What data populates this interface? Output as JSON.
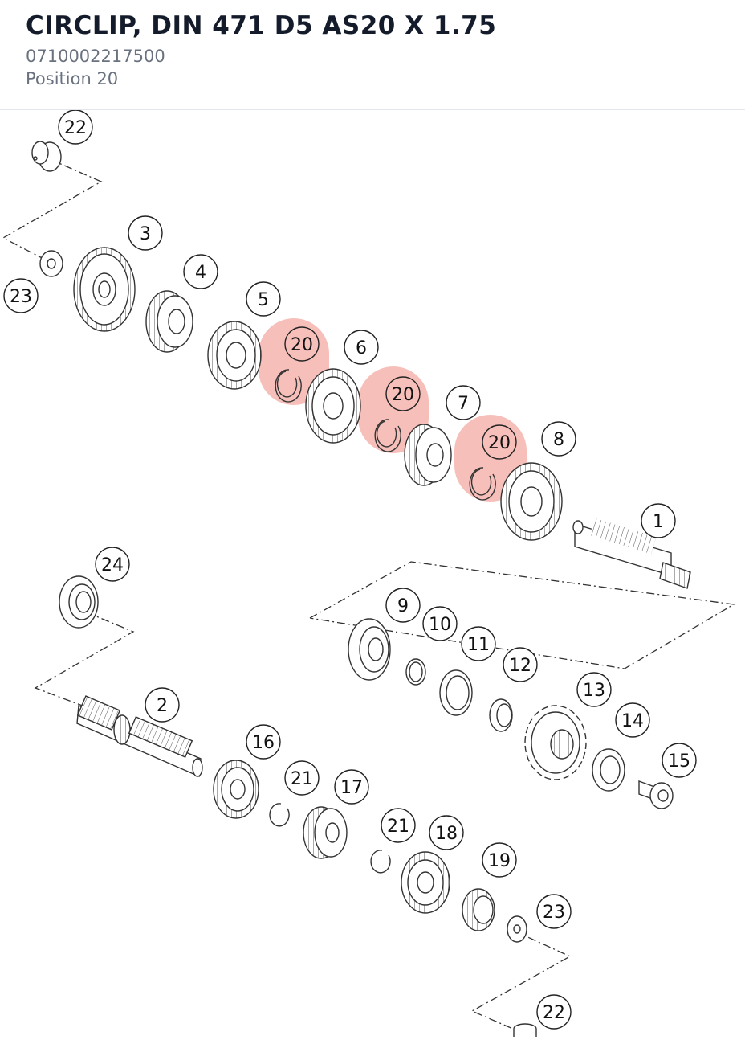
{
  "header": {
    "title": "CIRCLIP, DIN 471 D5 AS20 X 1.75",
    "part_number": "0710002217500",
    "position": "Position 20"
  },
  "diagram": {
    "highlight_color": "#f3a9a3",
    "line_color": "#333333",
    "callouts": [
      {
        "id": "c22a",
        "label": "22"
      },
      {
        "id": "c23a",
        "label": "23"
      },
      {
        "id": "c3",
        "label": "3"
      },
      {
        "id": "c4",
        "label": "4"
      },
      {
        "id": "c5",
        "label": "5"
      },
      {
        "id": "c20a",
        "label": "20",
        "highlighted": true
      },
      {
        "id": "c6",
        "label": "6"
      },
      {
        "id": "c20b",
        "label": "20",
        "highlighted": true
      },
      {
        "id": "c7",
        "label": "7"
      },
      {
        "id": "c20c",
        "label": "20",
        "highlighted": true
      },
      {
        "id": "c8",
        "label": "8"
      },
      {
        "id": "c1",
        "label": "1"
      },
      {
        "id": "c24",
        "label": "24"
      },
      {
        "id": "c2",
        "label": "2"
      },
      {
        "id": "c9",
        "label": "9"
      },
      {
        "id": "c10",
        "label": "10"
      },
      {
        "id": "c11",
        "label": "11"
      },
      {
        "id": "c12",
        "label": "12"
      },
      {
        "id": "c13",
        "label": "13"
      },
      {
        "id": "c14",
        "label": "14"
      },
      {
        "id": "c15",
        "label": "15"
      },
      {
        "id": "c16",
        "label": "16"
      },
      {
        "id": "c21a",
        "label": "21"
      },
      {
        "id": "c17",
        "label": "17"
      },
      {
        "id": "c21b",
        "label": "21"
      },
      {
        "id": "c18",
        "label": "18"
      },
      {
        "id": "c19",
        "label": "19"
      },
      {
        "id": "c23b",
        "label": "23"
      },
      {
        "id": "c22b",
        "label": "22"
      }
    ]
  }
}
